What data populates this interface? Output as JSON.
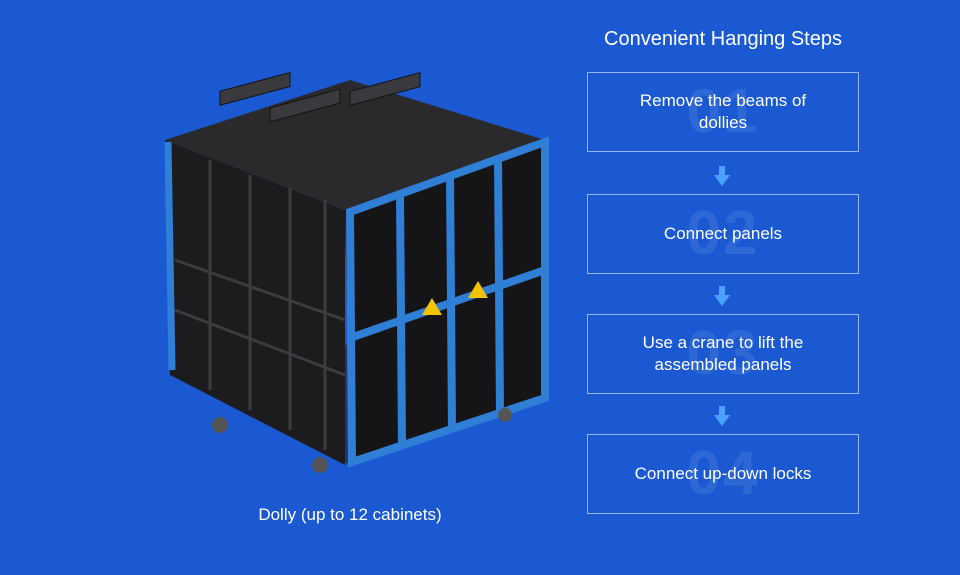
{
  "caption": "Dolly (up to 12  cabinets)",
  "steps_title": "Convenient Hanging Steps",
  "steps": [
    {
      "num": "01",
      "label": "Remove the beams of dollies"
    },
    {
      "num": "02",
      "label": "Connect panels"
    },
    {
      "num": "03",
      "label": "Use a crane to lift the assembled panels"
    },
    {
      "num": "04",
      "label": "Connect up-down locks"
    }
  ],
  "colors": {
    "background": "#1a59d1",
    "frame": "#2f7fd6",
    "arrow": "#4aa0ff"
  },
  "image": "dolly-with-led-cabinets-photo"
}
